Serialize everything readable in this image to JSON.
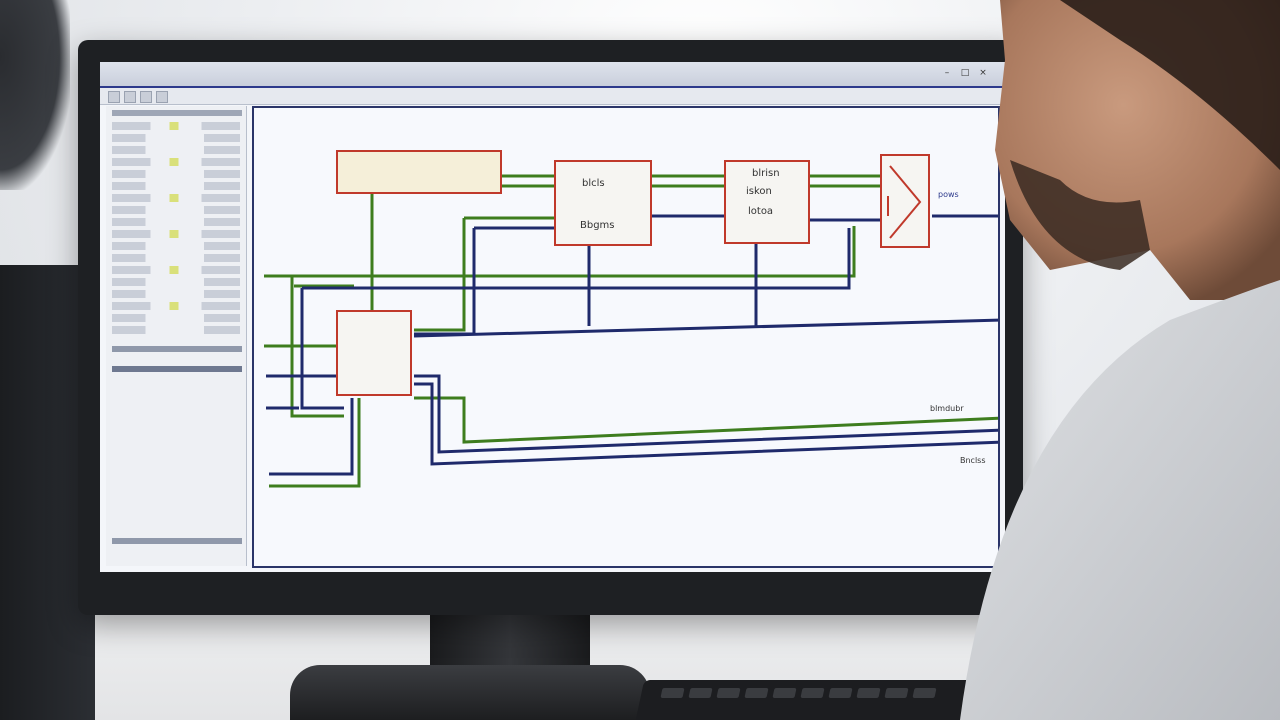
{
  "schematic": {
    "block1": {
      "line1": "blcls",
      "line2": "Bbgms"
    },
    "block2": {
      "line1": "blrisn",
      "line2": "iskon",
      "line3": "lotoa"
    },
    "output_label": "pows",
    "right_label_1": "blmdubr",
    "right_label_2": "Bnclss"
  },
  "colors": {
    "wire_green": "#3e7d1e",
    "wire_navy": "#1f2a6b",
    "block_border": "#c0392b",
    "titlebar_accent": "#2d3a8c"
  }
}
